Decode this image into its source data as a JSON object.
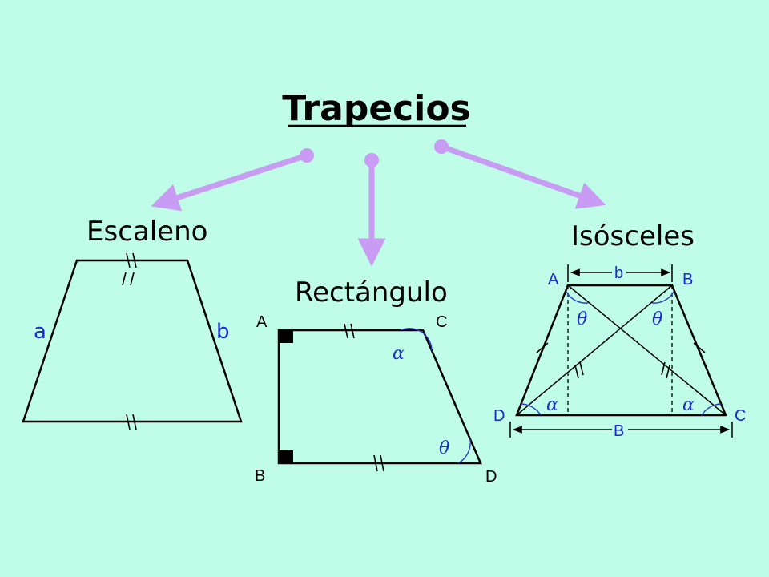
{
  "title": "Trapecios",
  "colors": {
    "background": "#c0fde8",
    "arrow": "#c89cf2",
    "side_labels": "#1a2acc",
    "angle_marks": "#2a3ccc"
  },
  "categories": {
    "escaleno": {
      "label": "Escaleno",
      "side_a": "a",
      "side_b": "b"
    },
    "rectangulo": {
      "label": "Rectángulo",
      "vertices": {
        "A": "A",
        "B": "B",
        "C": "C",
        "D": "D"
      },
      "angle_c": "α",
      "angle_d": "θ"
    },
    "isosceles": {
      "label": "Isósceles",
      "vertices": {
        "A": "A",
        "B": "B",
        "C": "C",
        "D": "D"
      },
      "base_top": "b",
      "base_bottom": "B",
      "angle_top": "θ",
      "angle_bottom": "α"
    }
  }
}
